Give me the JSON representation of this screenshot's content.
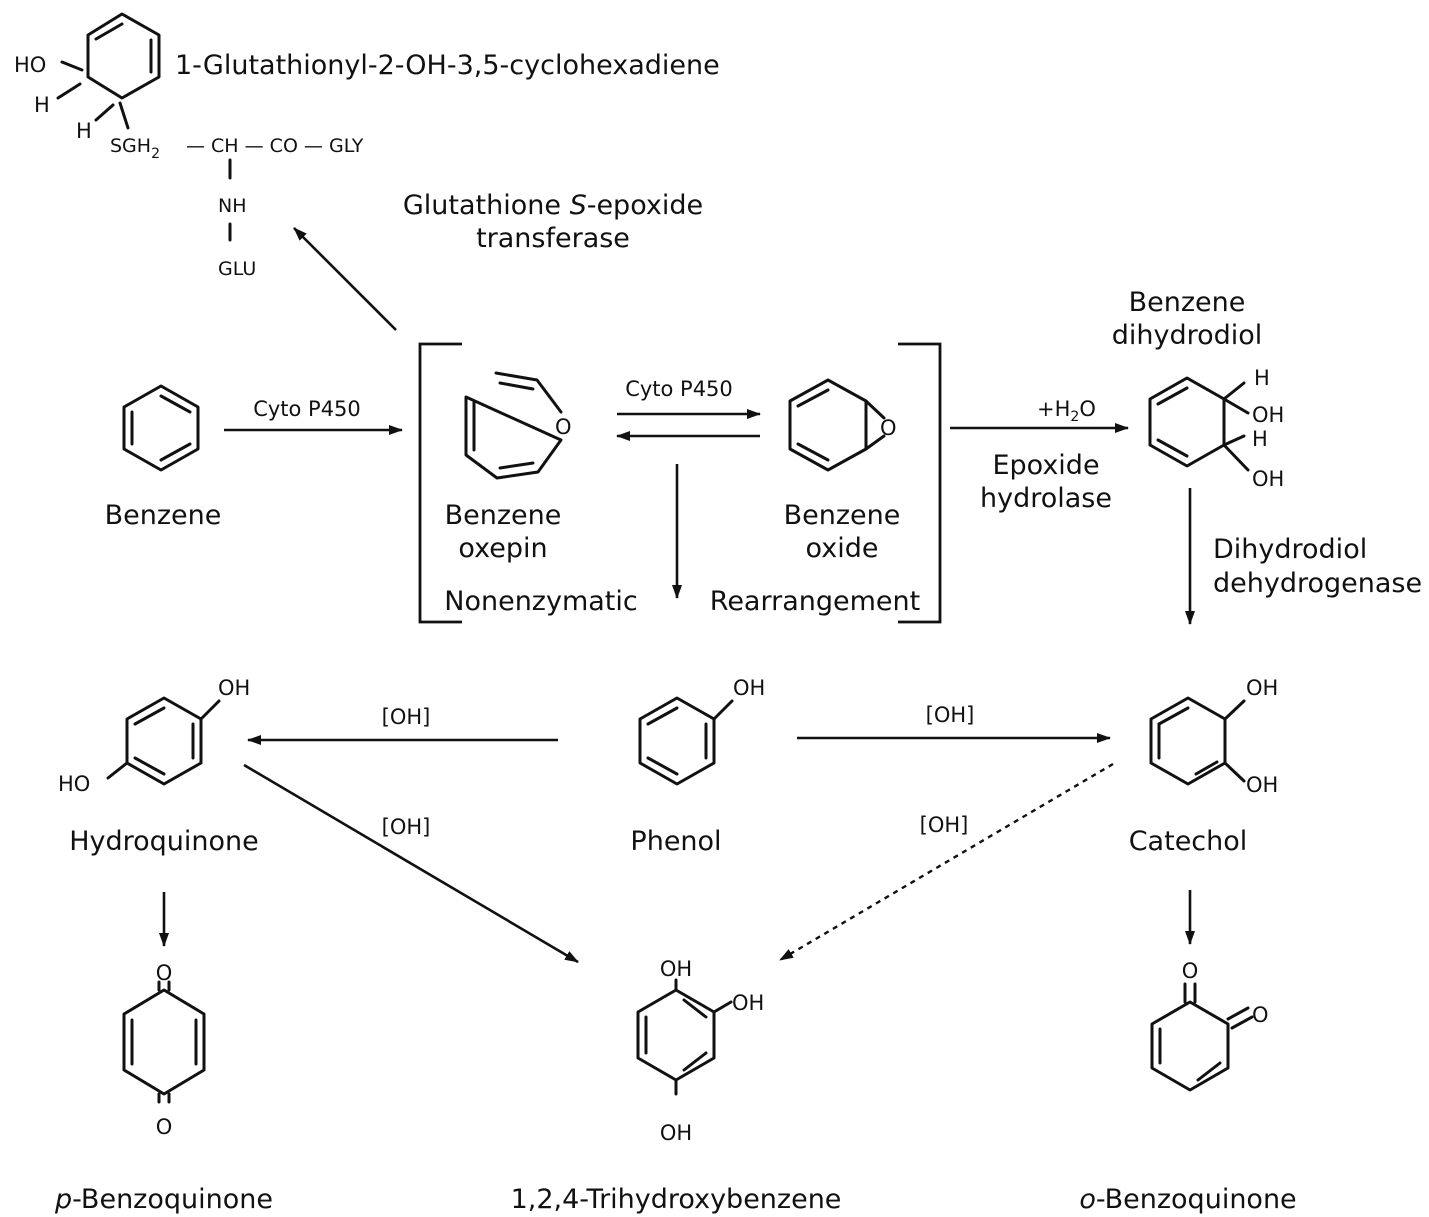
{
  "compounds": {
    "gsh_conjugate": "1-Glutathionyl-2-OH-3,5-cyclohexadiene",
    "benzene": "Benzene",
    "oxepin_l1": "Benzene",
    "oxepin_l2": "oxepin",
    "oxide_l1": "Benzene",
    "oxide_l2": "oxide",
    "dihydrodiol_l1": "Benzene",
    "dihydrodiol_l2": "dihydrodiol",
    "hydroquinone": "Hydroquinone",
    "phenol": "Phenol",
    "catechol": "Catechol",
    "p_benzoquinone_prefix": "p",
    "p_benzoquinone_rest": "-Benzoquinone",
    "trihydroxybenzene": "1,2,4-Trihydroxybenzene",
    "o_benzoquinone_prefix": "o",
    "o_benzoquinone_rest": "-Benzoquinone"
  },
  "enzymes": {
    "gst_l1_a": "Glutathione ",
    "gst_l1_s": "S",
    "gst_l1_b": "-epoxide",
    "gst_l2": "transferase",
    "cyp_1": "Cyto P450",
    "cyp_2": "Cyto P450",
    "water_plus": "+H",
    "water_sub": "2",
    "water_o": "O",
    "eh_l1": "Epoxide",
    "eh_l2": "hydrolase",
    "ddh_l1": "Dihydrodiol",
    "ddh_l2": "dehydrogenase",
    "nonenzymatic": "Nonenzymatic",
    "rearrangement": "Rearrangement",
    "oh_left": "[OH]",
    "oh_right": "[OH]",
    "oh_diag_left": "[OH]",
    "oh_diag_right": "[OH]"
  },
  "atoms": {
    "gsh_ho": "HO",
    "gsh_h1": "H",
    "gsh_h2": "H",
    "gsh_sgh_a": "SGH",
    "gsh_sgh_sub": "2",
    "gsh_chain": "— CH — CO — GLY",
    "gsh_nh": "NH",
    "gsh_glu": "GLU",
    "oxepin_o": "O",
    "oxide_o": "O",
    "diol_h1": "H",
    "diol_oh1": "OH",
    "diol_h2": "H",
    "diol_oh2": "OH",
    "hq_oh": "OH",
    "hq_ho": "HO",
    "ph_oh": "OH",
    "cat_oh1": "OH",
    "cat_oh2": "OH",
    "pbq_o1": "O",
    "pbq_o2": "O",
    "thb_oh1": "OH",
    "thb_oh2": "OH",
    "thb_oh3": "OH",
    "obq_o1": "O",
    "obq_o2": "O"
  }
}
